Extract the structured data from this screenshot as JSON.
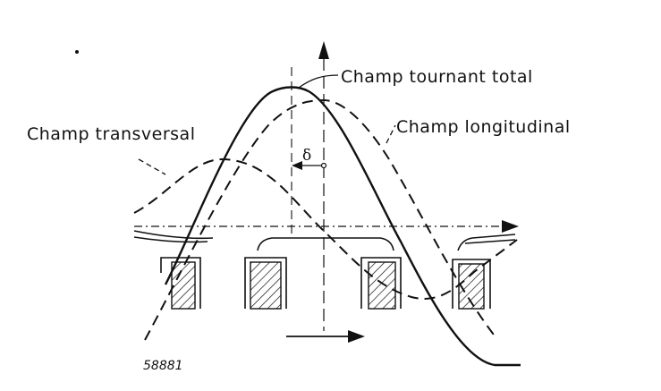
{
  "labels": {
    "total": "Champ tournant total",
    "longitudinal": "Champ longitudinal",
    "transversal": "Champ transversal",
    "delta": "δ",
    "figure_number": "58881"
  }
}
